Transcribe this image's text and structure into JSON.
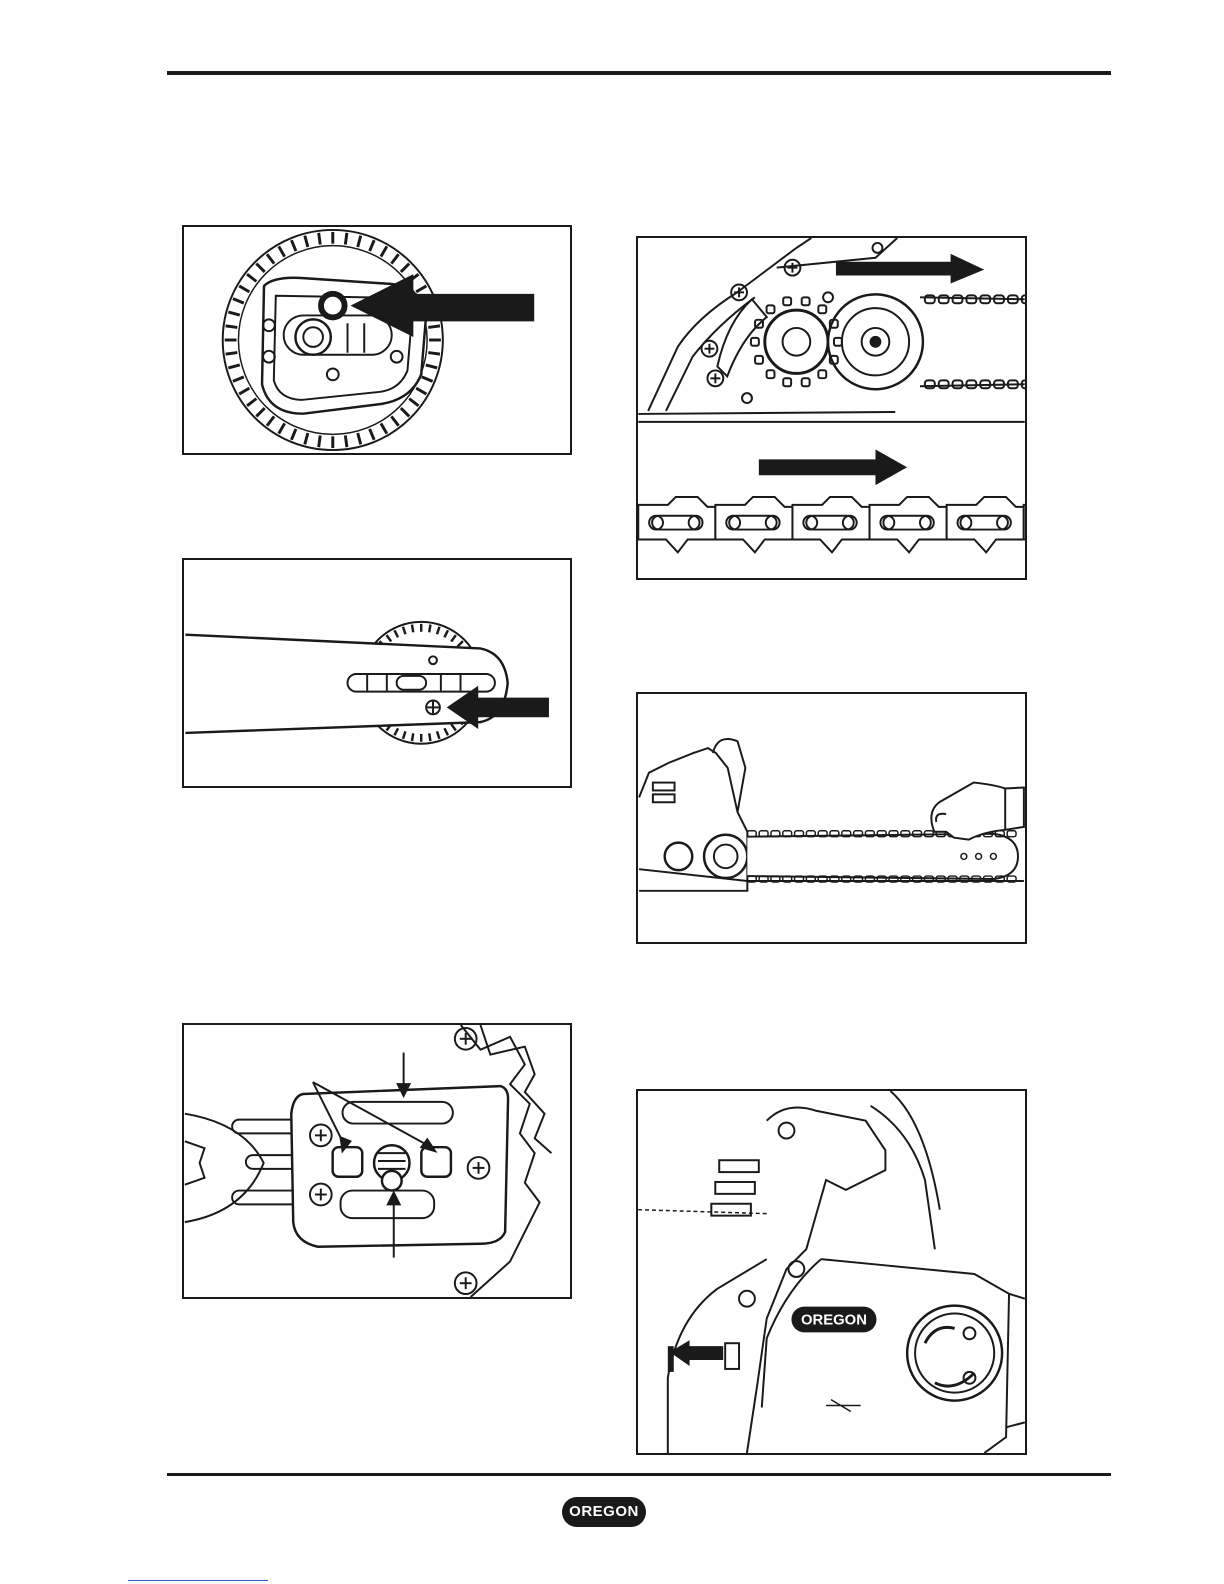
{
  "document": {
    "brand_logo_text": "OREGON",
    "cover_logo_text": "OREGON",
    "colors": {
      "ink": "#1a1a1a",
      "paper": "#ffffff",
      "link": "#3355cc"
    }
  },
  "figures": [
    {
      "id": "sprocket-hub-pin",
      "icon": "arrow-left-icon"
    },
    {
      "id": "bar-adjust-hole",
      "icon": "arrow-left-icon"
    },
    {
      "id": "bar-mount-plate",
      "icon": "arrow-icon"
    },
    {
      "id": "chain-direction",
      "icon": "arrow-right-icon"
    },
    {
      "id": "chain-tension-check",
      "icon": "hand-icon"
    },
    {
      "id": "chain-brake-cover",
      "icon": "arrow-left-icon"
    }
  ]
}
